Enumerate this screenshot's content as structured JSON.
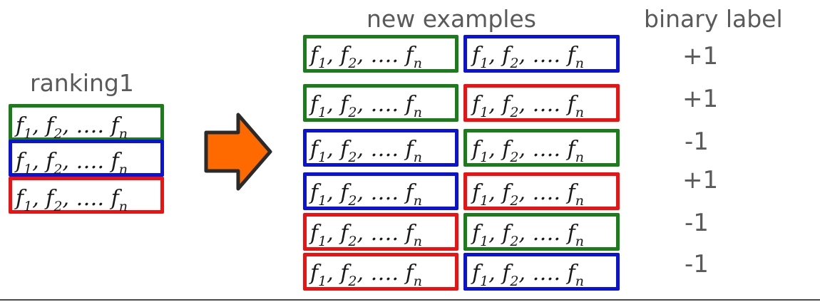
{
  "titles": {
    "ranking": "ranking1",
    "new_examples": "new examples",
    "binary_label": "binary label"
  },
  "feature_vector": {
    "f": "f",
    "sub1": "1",
    "sub2": "2",
    "subn": "n",
    "sep": ",",
    "dots": "…."
  },
  "colors": {
    "green": "#1a7d1a",
    "blue": "#0a12d6",
    "red": "#ee1111",
    "arrow": "#ff6a00",
    "arrow_outline": "#2a2a2a"
  },
  "ranking": [
    "green",
    "blue",
    "red"
  ],
  "pairs": [
    {
      "left": "green",
      "right": "blue",
      "label": "+1"
    },
    {
      "left": "green",
      "right": "red",
      "label": "+1"
    },
    {
      "left": "blue",
      "right": "green",
      "label": "-1"
    },
    {
      "left": "blue",
      "right": "red",
      "label": "+1"
    },
    {
      "left": "red",
      "right": "green",
      "label": "-1"
    },
    {
      "left": "red",
      "right": "blue",
      "label": "-1"
    }
  ]
}
